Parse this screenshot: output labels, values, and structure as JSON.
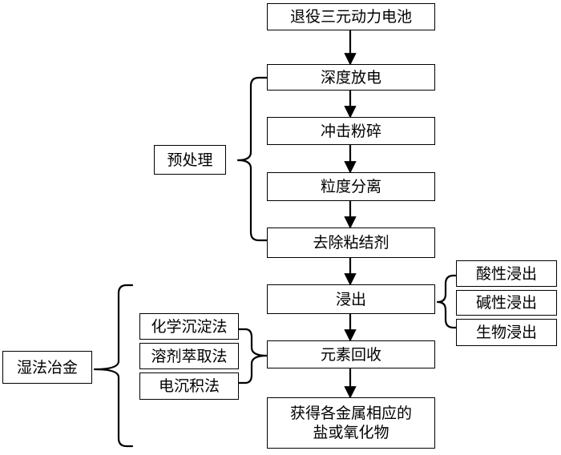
{
  "flow": {
    "retired_battery": "退役三元动力电池",
    "deep_discharge": "深度放电",
    "crushing": "冲击粉碎",
    "size_separation": "粒度分离",
    "binder_removal": "去除粘结剂",
    "leaching": "浸出",
    "element_recovery": "元素回收",
    "product_line1": "获得各金属相应的",
    "product_line2": "盐或氧化物"
  },
  "groups": {
    "pretreatment": "预处理",
    "hydrometallurgy": "湿法冶金"
  },
  "leaching_methods": [
    "酸性浸出",
    "碱性浸出",
    "生物浸出"
  ],
  "recovery_methods": [
    "化学沉淀法",
    "溶剂萃取法",
    "电沉积法"
  ]
}
